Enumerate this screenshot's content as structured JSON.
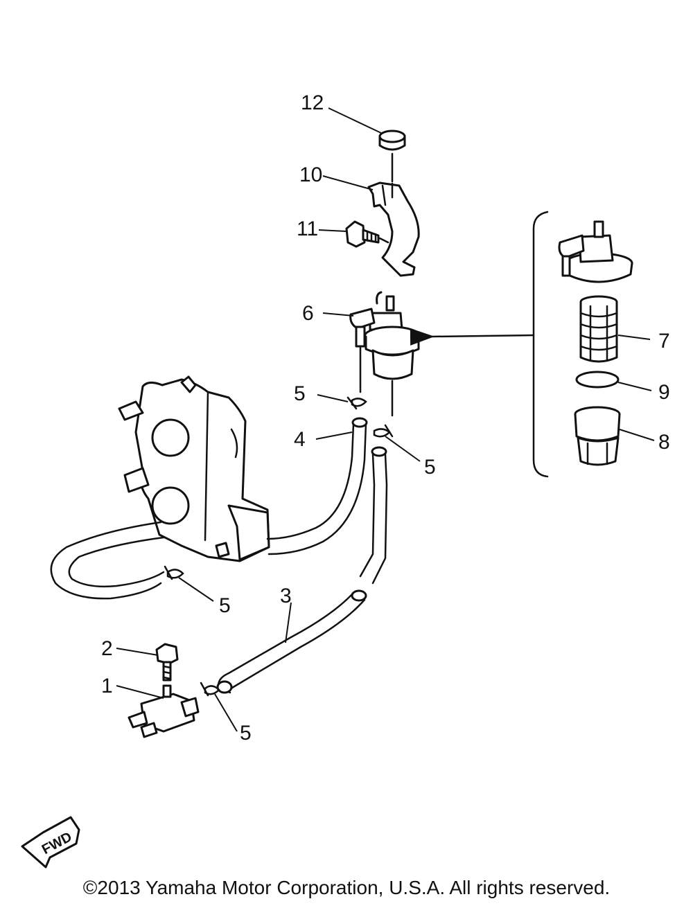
{
  "callouts": {
    "c1": "1",
    "c2": "2",
    "c3": "3",
    "c4": "4",
    "c5": "5",
    "c6": "6",
    "c7": "7",
    "c8": "8",
    "c9": "9",
    "c10": "10",
    "c11": "11",
    "c12": "12"
  },
  "fwd_label": "FWD",
  "copyright": "©2013 Yamaha Motor Corporation, U.S.A. All rights reserved."
}
